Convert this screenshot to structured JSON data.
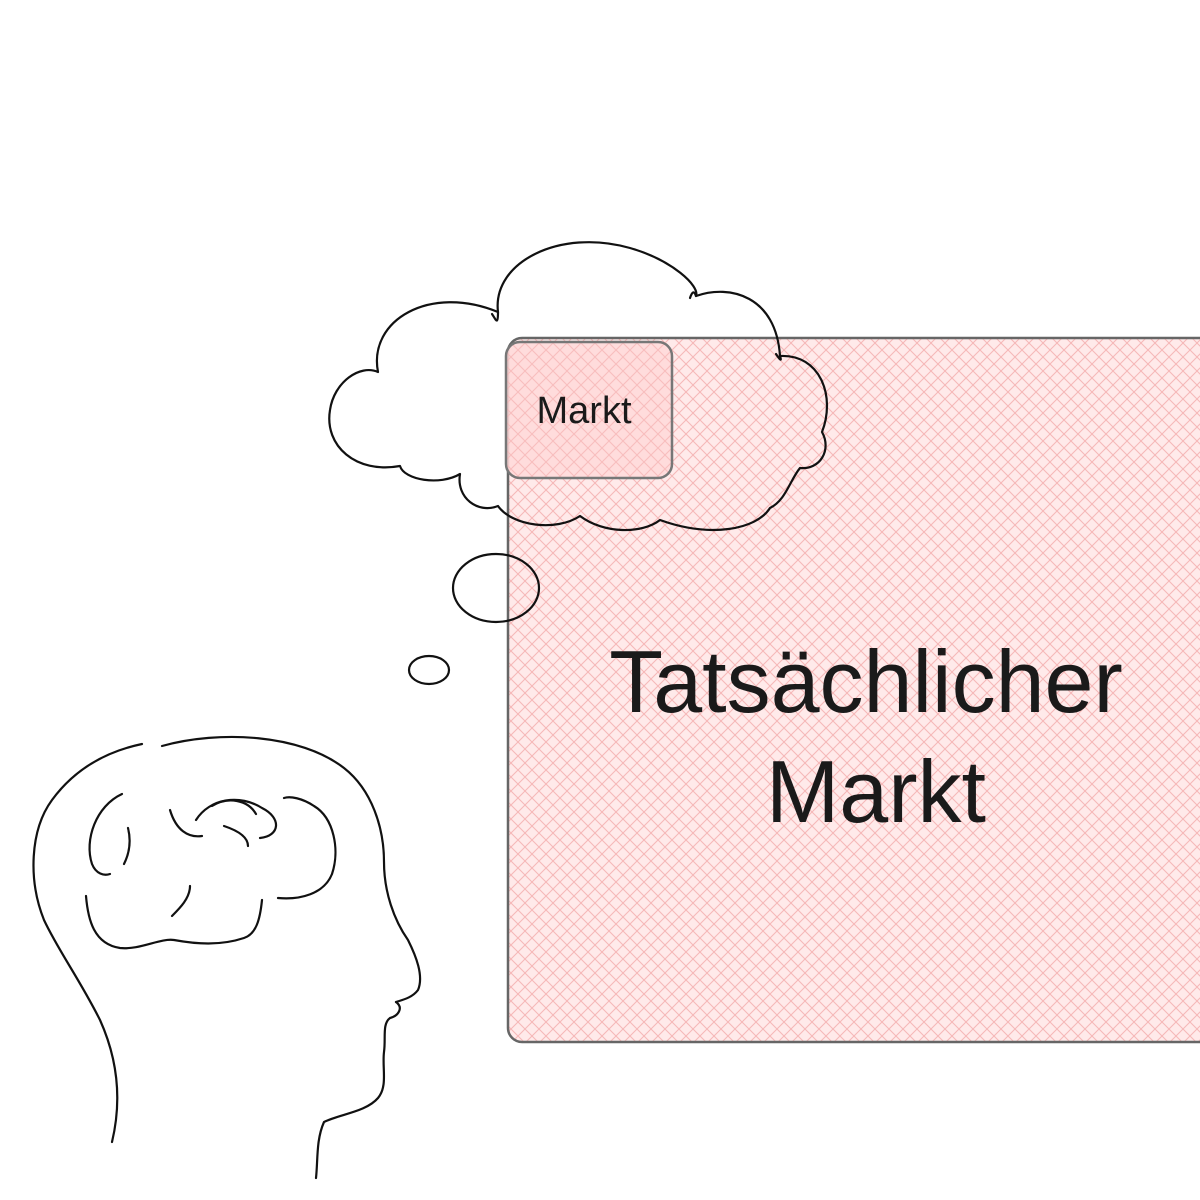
{
  "diagram": {
    "actual_market": {
      "label_line1": "Tatsächlicher",
      "label_line2": "Markt",
      "fill_color": "#ffeaea",
      "hatch_color": "#f6b8b8",
      "border_color": "#666666"
    },
    "perceived_market": {
      "label": "Markt",
      "fill_color": "#ffd9d9",
      "border_color": "#777777"
    },
    "thought_bubble": {
      "icon": "thought-cloud-icon"
    },
    "person": {
      "icon": "head-with-brain-icon"
    }
  }
}
